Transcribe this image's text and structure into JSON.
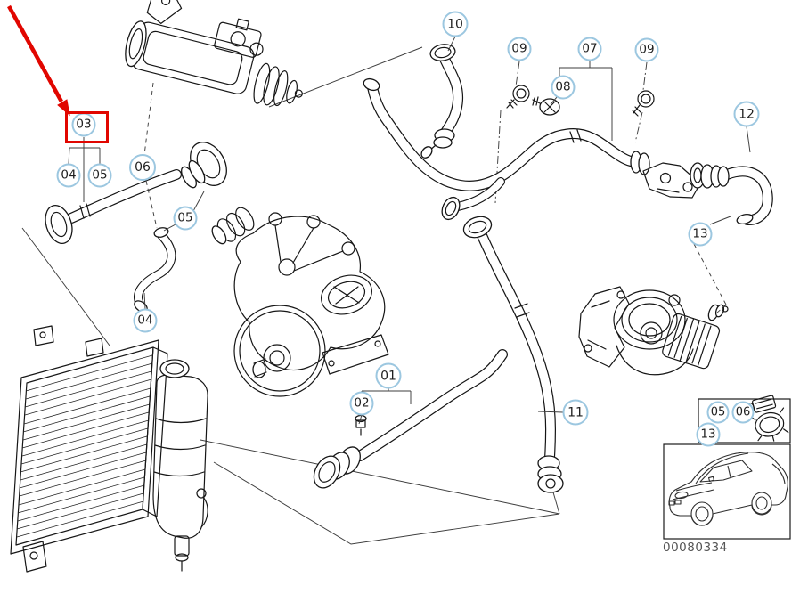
{
  "diagram": {
    "drawing_number": "00080334",
    "colors": {
      "callout_ring": "#9cc7e0",
      "highlight_red": "#e10600",
      "artwork_line": "#1a1a1a"
    },
    "callouts": [
      {
        "label": "03",
        "highlighted": true
      },
      {
        "label": "04"
      },
      {
        "label": "05"
      },
      {
        "label": "06"
      },
      {
        "label": "05"
      },
      {
        "label": "04"
      },
      {
        "label": "10"
      },
      {
        "label": "09"
      },
      {
        "label": "07"
      },
      {
        "label": "08"
      },
      {
        "label": "09"
      },
      {
        "label": "12"
      },
      {
        "label": "13"
      },
      {
        "label": "01"
      },
      {
        "label": "02"
      },
      {
        "label": "11"
      },
      {
        "label": "05"
      },
      {
        "label": "06"
      },
      {
        "label": "13"
      }
    ]
  }
}
